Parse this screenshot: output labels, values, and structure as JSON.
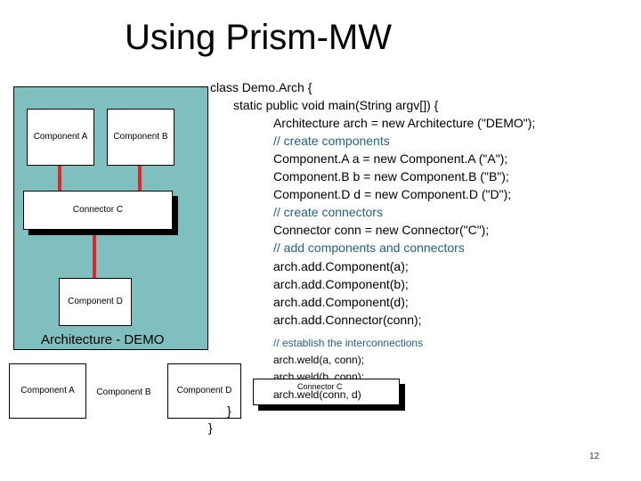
{
  "slide": {
    "title": "Using Prism-MW",
    "page_number": "12"
  },
  "architecture_diagram": {
    "component_a": "Component A",
    "component_b": "Component B",
    "connector_c": "Connector C",
    "component_d": "Component D",
    "label": "Architecture - DEMO"
  },
  "code": {
    "lines": [
      "class Demo.Arch {",
      "static public void main(String argv[]) {",
      "Architecture arch = new Architecture (\"DEMO\");",
      "// create components",
      "Component.A a = new Component.A (\"A\");",
      "Component.B b = new Component.B (\"B\");",
      "Component.D d = new Component.D (\"D\");",
      "// create connectors",
      "Connector conn = new Connector(\"C\");",
      "// add components and connectors",
      "arch.add.Component(a);",
      "arch.add.Component(b);",
      "arch.add.Component(d);",
      "arch.add.Connector(conn);"
    ],
    "interconnect_lines": [
      "// establish the interconnections",
      "arch.weld(a, conn);",
      "arch.weld(b, conn);",
      "arch.weld(conn, d)"
    ],
    "close_brace_inner": "}",
    "close_brace_outer": "}"
  },
  "bottom_row": {
    "component_a": "Component A",
    "component_b": "Component B",
    "component_d": "Component D",
    "connector_c_overlay": "Connector C"
  },
  "colors": {
    "architecture_fill": "#7fbfbf",
    "wire": "#e8242b",
    "comment": "#1f5f8b"
  }
}
